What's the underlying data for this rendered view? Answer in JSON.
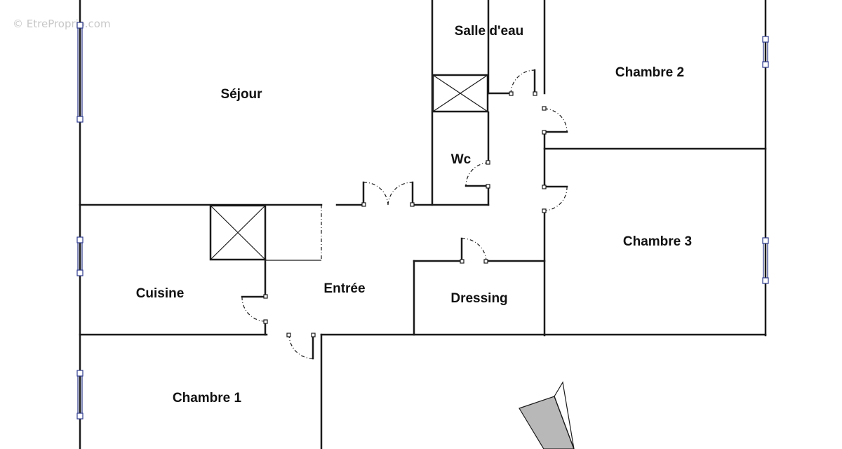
{
  "watermark": "© EtreProprio.com",
  "rooms": {
    "sejour": "Séjour",
    "salle_deau": "Salle d'eau",
    "chambre2": "Chambre 2",
    "wc": "Wc",
    "chambre3": "Chambre 3",
    "cuisine": "Cuisine",
    "entree": "Entrée",
    "dressing": "Dressing",
    "chambre1": "Chambre 1"
  },
  "colors": {
    "wall": "#1a1a1a",
    "window": "#2d3a8c",
    "compass_fill": "#b8b8b8"
  }
}
